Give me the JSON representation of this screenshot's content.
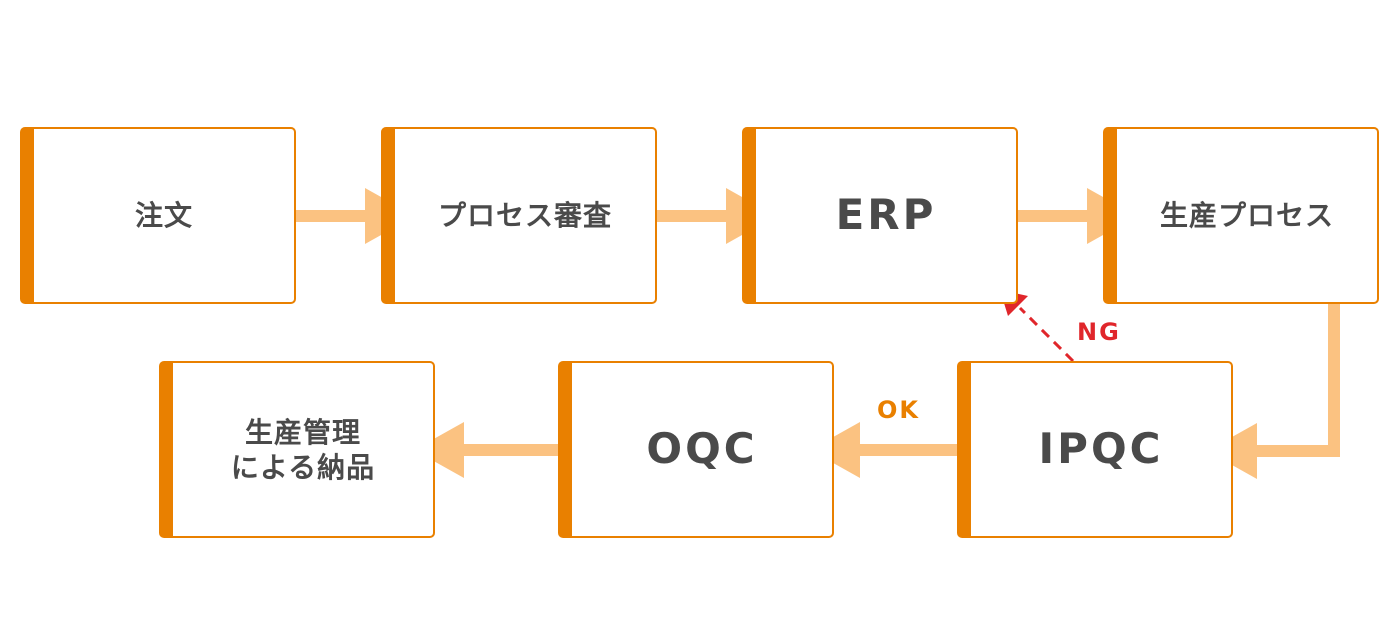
{
  "diagram": {
    "type": "flowchart",
    "colors": {
      "box_border": "#e98000",
      "flow_arrow": "#fbc281",
      "ng_arrow": "#e0262b",
      "ok_label": "#e98000",
      "text": "#4a4a4a"
    },
    "nodes": [
      {
        "id": "order",
        "label": "注文"
      },
      {
        "id": "process_review",
        "label": "プロセス審査"
      },
      {
        "id": "erp",
        "label": "ERP"
      },
      {
        "id": "production_process",
        "label": "生産プロセス"
      },
      {
        "id": "ipqc",
        "label": "IPQC"
      },
      {
        "id": "oqc",
        "label": "OQC"
      },
      {
        "id": "delivery",
        "label": "生産管理\nによる納品"
      }
    ],
    "edges": [
      {
        "from": "order",
        "to": "process_review",
        "style": "solid"
      },
      {
        "from": "process_review",
        "to": "erp",
        "style": "solid"
      },
      {
        "from": "erp",
        "to": "production_process",
        "style": "solid"
      },
      {
        "from": "production_process",
        "to": "ipqc",
        "style": "solid"
      },
      {
        "from": "ipqc",
        "to": "oqc",
        "style": "solid",
        "label": "OK"
      },
      {
        "from": "oqc",
        "to": "delivery",
        "style": "solid"
      },
      {
        "from": "ipqc",
        "to": "erp",
        "style": "dashed",
        "label": "NG"
      }
    ]
  },
  "labels": {
    "ok": "OK",
    "ng": "NG",
    "delivery_line1": "生産管理",
    "delivery_line2": "による納品"
  }
}
